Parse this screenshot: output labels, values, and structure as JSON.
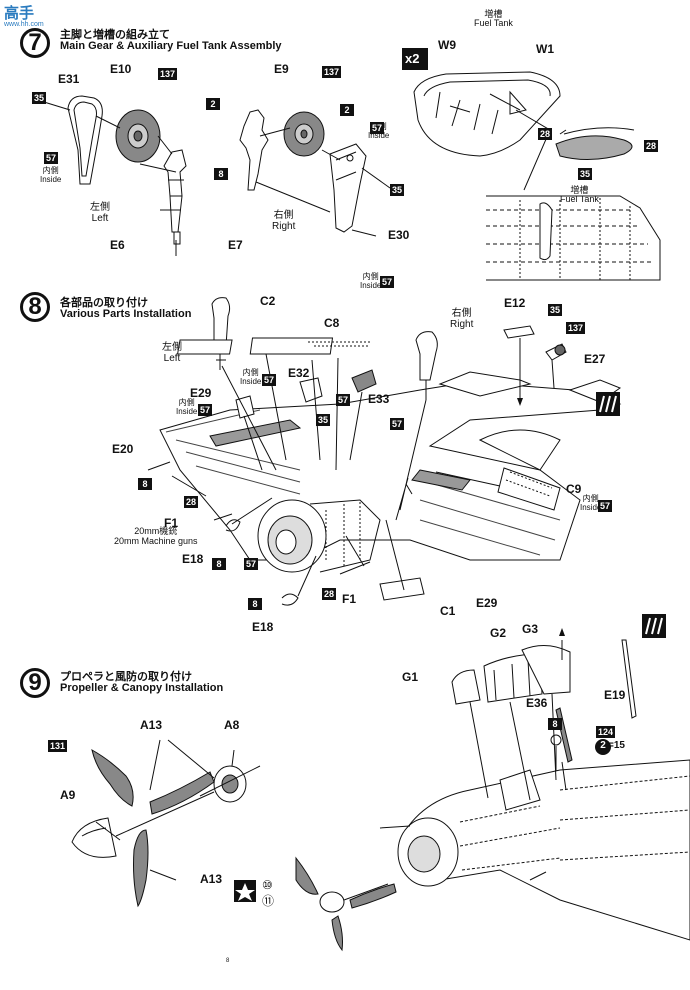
{
  "watermark": {
    "title": "高手",
    "site": "www.hh.com"
  },
  "step7": {
    "number": "7",
    "jp": "主脚と増槽の組み立て",
    "en": "Main Gear & Auxiliary Fuel Tank Assembly",
    "labels": {
      "e31": "E31",
      "e10": "E10",
      "e9": "E9",
      "w9": "W9",
      "w1": "W1",
      "e6": "E6",
      "e7": "E7",
      "e30": "E30",
      "x2": "x2"
    },
    "left_jp": "左側",
    "left_en": "Left",
    "right_jp": "右側",
    "right_en": "Right",
    "fuel_tank_jp": "増槽",
    "fuel_tank_en": "Fuel Tank",
    "fuel_tank2_jp": "増槽",
    "fuel_tank2_en": "Fuel Tank",
    "inside_jp": "内側",
    "inside_en": "Inside",
    "inside2_jp": "内側",
    "inside2_en": "Inside",
    "colors": {
      "c35": "35",
      "c137a": "137",
      "c2a": "2",
      "c57a": "57",
      "c8": "8",
      "c137b": "137",
      "c2b": "2",
      "c57b": "57",
      "c35b": "35",
      "c28": "28",
      "c28b": "28",
      "c35c": "35"
    }
  },
  "step8": {
    "number": "8",
    "jp": "各部品の取り付け",
    "en": "Various Parts Installation",
    "labels": {
      "c2": "C2",
      "c8": "C8",
      "e12": "E12",
      "e27": "E27",
      "e32": "E32",
      "e33": "E33",
      "e29a": "E29",
      "e20": "E20",
      "f1a": "F1",
      "e18a": "E18",
      "c9": "C9",
      "f1b": "F1",
      "c1": "C1",
      "e29b": "E29",
      "e18b": "E18"
    },
    "left_jp": "左側",
    "left_en": "Left",
    "right_jp": "右側",
    "right_en": "Right",
    "guns_jp": "20mm機銃",
    "guns_en": "20mm Machine guns",
    "inside_a_jp": "内側",
    "inside_a_en": "Inside",
    "inside_b_jp": "内側",
    "inside_b_en": "Inside",
    "inside_c_jp": "内側",
    "inside_c_en": "Inside",
    "inside_d_jp": "内側",
    "inside_d_en": "Inside",
    "colors": {
      "c57a": "57",
      "c57b": "57",
      "c35": "35",
      "c57c": "57",
      "c57d": "57",
      "c8a": "8",
      "c28a": "28",
      "c8b": "8",
      "c57e": "57",
      "c28b": "28",
      "c8c": "8",
      "c35b": "35",
      "c137": "137",
      "c57f": "57",
      "c57g": "57"
    }
  },
  "step9": {
    "number": "9",
    "jp": "プロペラと風防の取り付け",
    "en": "Propeller & Canopy Installation",
    "labels": {
      "a13a": "A13",
      "a8": "A8",
      "a9": "A9",
      "a13b": "A13",
      "g1": "G1",
      "g2": "G2",
      "g3": "G3",
      "e36": "E36",
      "e19": "E19"
    },
    "colors": {
      "c131": "131",
      "c8": "8",
      "c124": "124",
      "c2_15": "2",
      "c2_15_suffix": "=15"
    },
    "decals": {
      "d10": "⑩",
      "d11": "⑪"
    }
  },
  "page_mark": "8"
}
